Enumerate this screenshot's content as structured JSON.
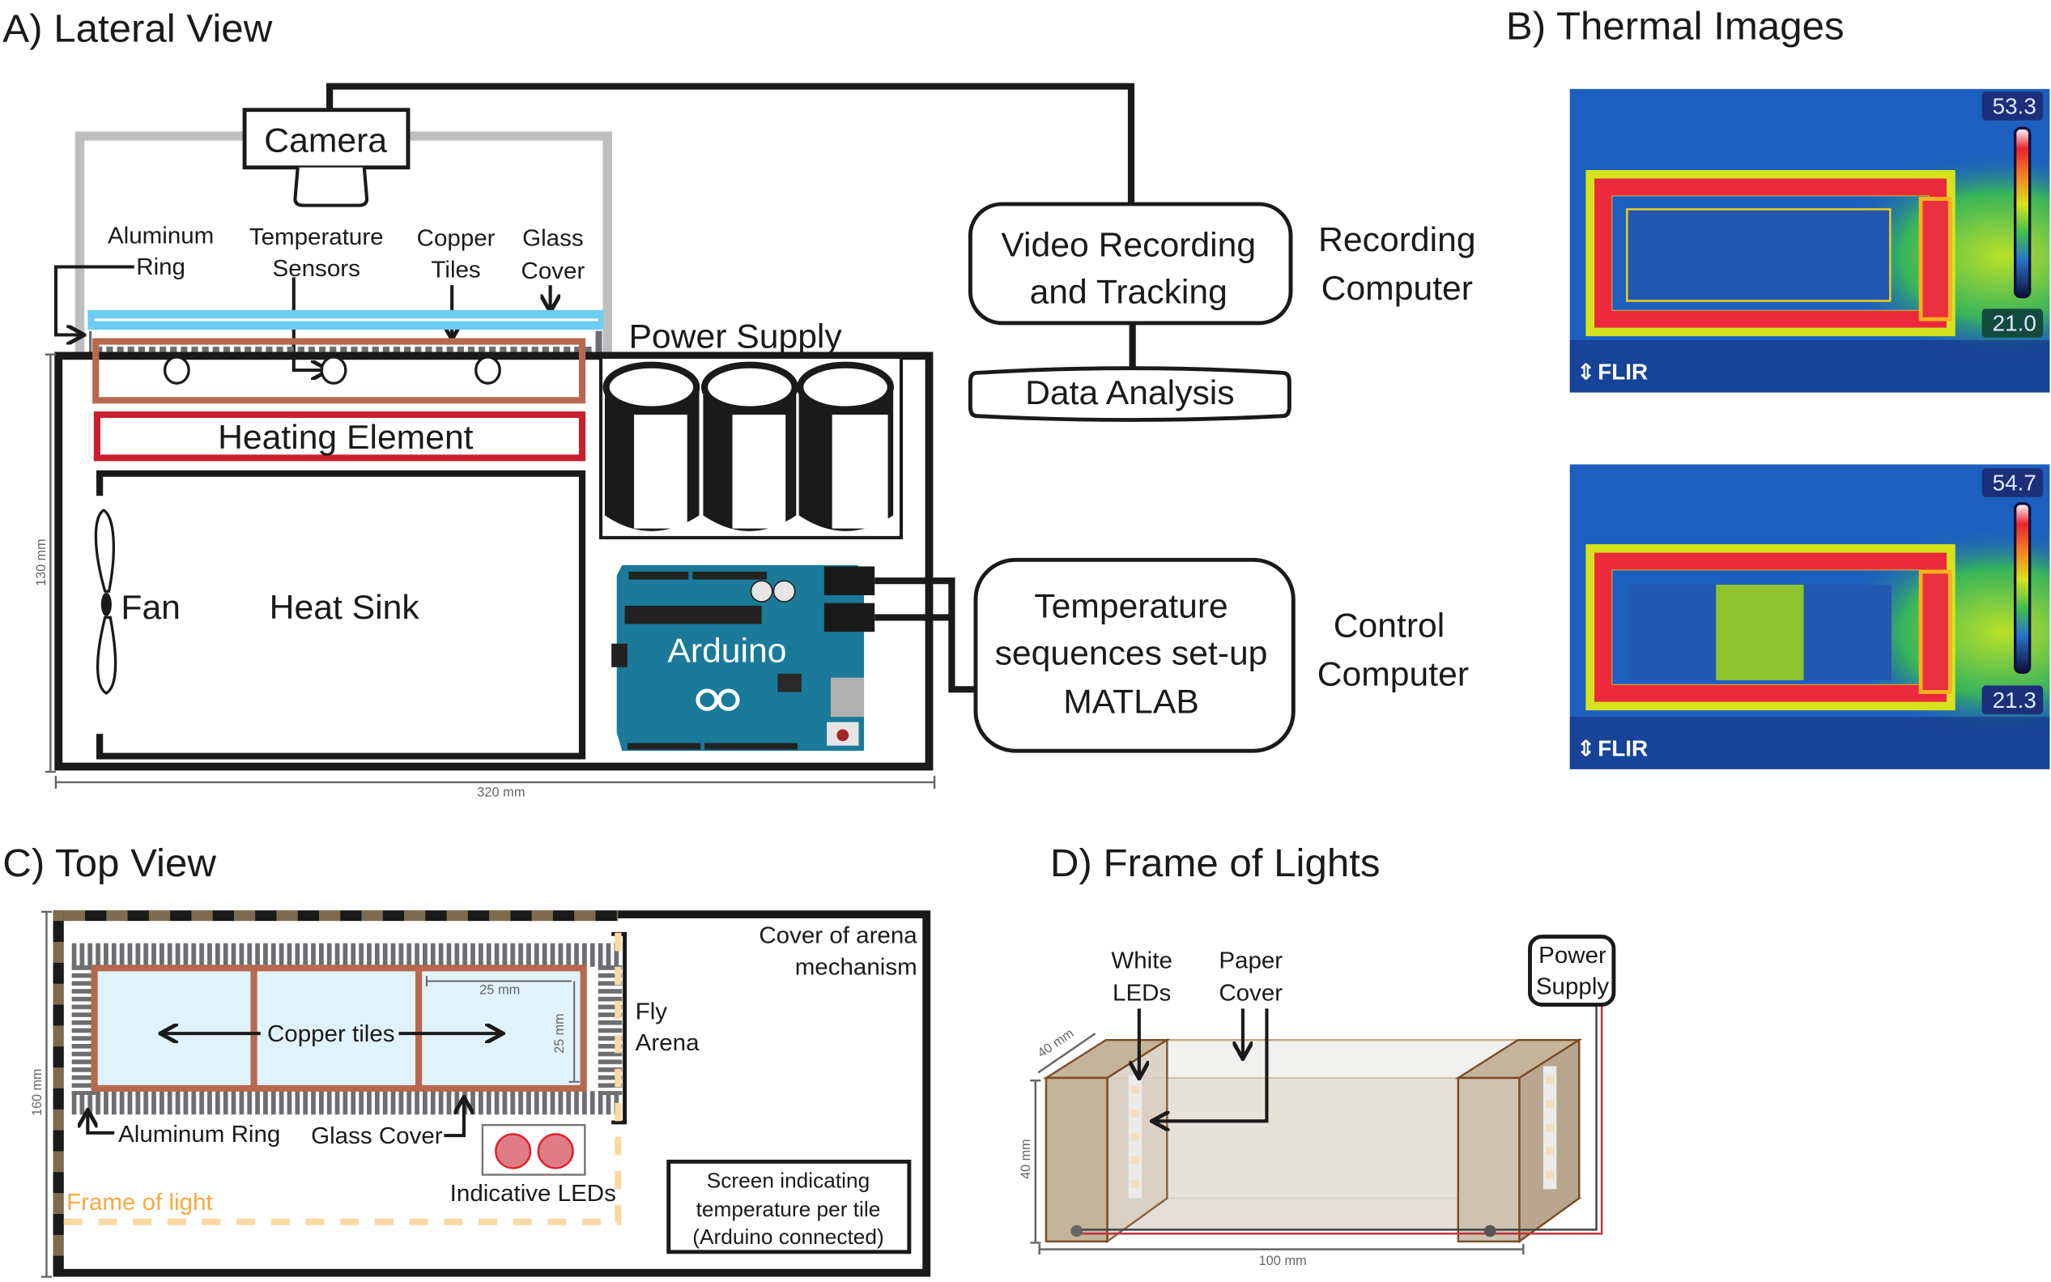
{
  "figure": {
    "panels": {
      "a": {
        "title": "A) Lateral View",
        "camera_label": "Camera",
        "labels": {
          "aluminum_ring": [
            "Aluminum",
            "Ring"
          ],
          "temperature_sensors": [
            "Temperature",
            "Sensors"
          ],
          "copper_tiles": [
            "Copper",
            "Tiles"
          ],
          "glass_cover": [
            "Glass",
            "Cover"
          ],
          "power_supply": "Power Supply",
          "heating_element": "Heating Element",
          "fan": "Fan",
          "heat_sink": "Heat Sink",
          "arduino": "Arduino"
        },
        "dimensions": {
          "height": "130 mm",
          "width": "320 mm"
        },
        "recording": {
          "box_lines": [
            "Video Recording",
            "and Tracking"
          ],
          "analysis": "Data Analysis",
          "computer": [
            "Recording",
            "Computer"
          ]
        },
        "control": {
          "box_lines": [
            "Temperature",
            "sequences set-up",
            "MATLAB"
          ],
          "computer": [
            "Control",
            "Computer"
          ]
        }
      },
      "b": {
        "title": "B) Thermal Images",
        "images": [
          {
            "max": "53.3",
            "min": "21.0",
            "brand": "FLIR",
            "state": "all tiles cool"
          },
          {
            "max": "54.7",
            "min": "21.3",
            "brand": "FLIR",
            "state": "middle tile heated"
          }
        ]
      },
      "c": {
        "title": "C) Top View",
        "labels": {
          "copper_tiles": "Copper tiles",
          "aluminum_ring": "Aluminum Ring",
          "glass_cover": "Glass Cover",
          "indicative_leds": "Indicative LEDs",
          "frame_of_light": "Frame of light",
          "fly_arena": [
            "Fly",
            "Arena"
          ],
          "cover_mechanism": [
            "Cover of arena",
            "mechanism"
          ],
          "screen": [
            "Screen indicating",
            "temperature per tile",
            "(Arduino connected)"
          ]
        },
        "dimensions": {
          "height": "160 mm",
          "tile_width": "25 mm",
          "tile_height": "25 mm"
        }
      },
      "d": {
        "title": "D) Frame of Lights",
        "labels": {
          "white_leds": [
            "White",
            "LEDs"
          ],
          "paper_cover": [
            "Paper",
            "Cover"
          ],
          "power_supply": [
            "Power",
            "Supply"
          ]
        },
        "dimensions": {
          "depth": "40 mm",
          "height": "40 mm",
          "width": "100 mm"
        }
      }
    },
    "colors": {
      "copper": "#b8684f",
      "heating": "#c8202f",
      "glass": "#6bcdf2",
      "aluminum": "#6d6e71",
      "arduino": "#1b7a9a",
      "frame_light": "#f7a941",
      "wood": "#c4b49a"
    }
  }
}
